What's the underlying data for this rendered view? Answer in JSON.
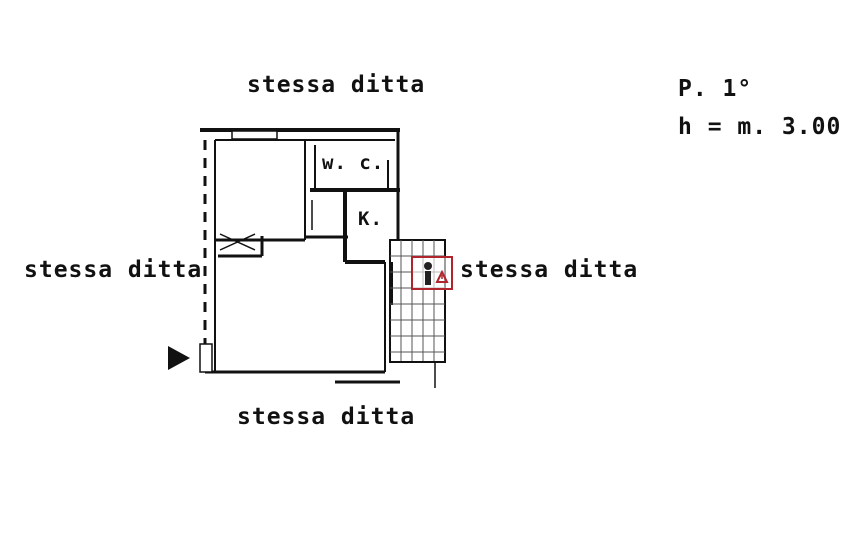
{
  "labels": {
    "top": "stessa ditta",
    "left": "stessa ditta",
    "right": "stessa ditta",
    "bottom": "stessa ditta",
    "floor": "P. 1°",
    "height": "h = m. 3.00",
    "wc": "w. c.",
    "kitchen": "K."
  },
  "marker": {
    "icon": "info-warning-icon",
    "color": "#b0242d"
  }
}
